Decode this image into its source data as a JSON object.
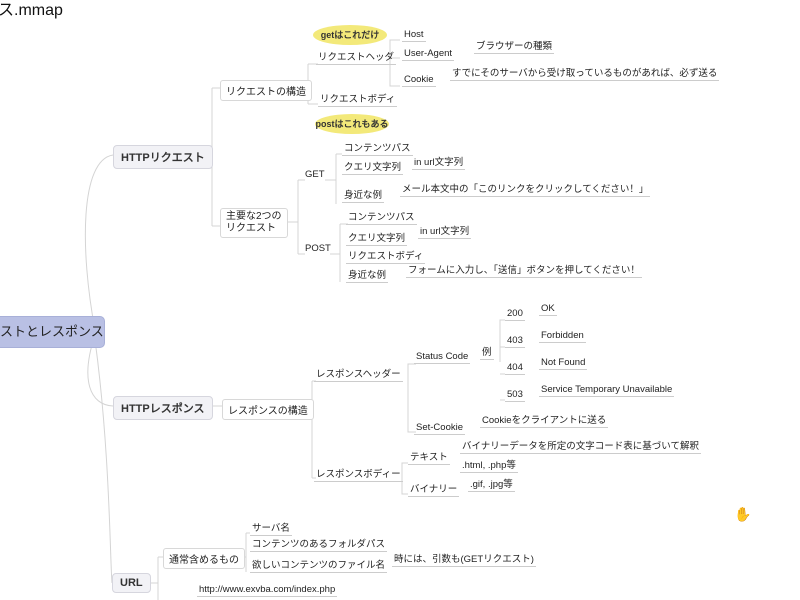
{
  "title": "ス.mmap",
  "root": "リクエストとレスポンス",
  "request": {
    "label": "HTTPリクエスト",
    "structure": "リクエストの構造",
    "callout_get": "getはこれだけ",
    "callout_post": "postはこれもある",
    "header": "リクエストヘッダ",
    "host": "Host",
    "user_agent": "User-Agent",
    "user_agent_note": "ブラウザーの種類",
    "cookie": "Cookie",
    "cookie_note": "すでにそのサーバから受け取っているものがあれば、必ず送る",
    "body": "リクエストボディ",
    "main_two": "主要な2つの",
    "main_two2": "リクエスト",
    "get": {
      "label": "GET",
      "content_path": "コンテンツパス",
      "query": "クエリ文字列",
      "query_note": "in url文字列",
      "example": "身近な例",
      "example_note": "メール本文中の「このリンクをクリックしてください！」"
    },
    "post": {
      "label": "POST",
      "content_path": "コンテンツパス",
      "query": "クエリ文字列",
      "query_note": "in url文字列",
      "body": "リクエストボディ",
      "example": "身近な例",
      "example_note": "フォームに入力し、「送信」ボタンを押してください！"
    }
  },
  "response": {
    "label": "HTTPレスポンス",
    "structure": "レスポンスの構造",
    "header": "レスポンスヘッダー",
    "status_code": "Status Code",
    "example": "例",
    "codes": [
      {
        "code": "200",
        "text": "OK"
      },
      {
        "code": "403",
        "text": "Forbidden"
      },
      {
        "code": "404",
        "text": "Not Found"
      },
      {
        "code": "503",
        "text": "Service Temporary Unavailable"
      }
    ],
    "set_cookie": "Set-Cookie",
    "set_cookie_note": "Cookieをクライアントに送る",
    "body": "レスポンスボディー",
    "text": "テキスト",
    "text_note": "バイナリーデータを所定の文字コード表に基づいて解釈",
    "text_ext": ".html, .php等",
    "binary": "バイナリー",
    "binary_ext": ".gif, .jpg等"
  },
  "url": {
    "label": "URL",
    "usual": "通常含めるもの",
    "server": "サーバ名",
    "folder": "コンテンツのあるフォルダパス",
    "file": "欲しいコンテンツのファイル名",
    "file_note": "時には、引数も(GETリクエスト)",
    "example": "http://www.exvba.com/index.php"
  }
}
